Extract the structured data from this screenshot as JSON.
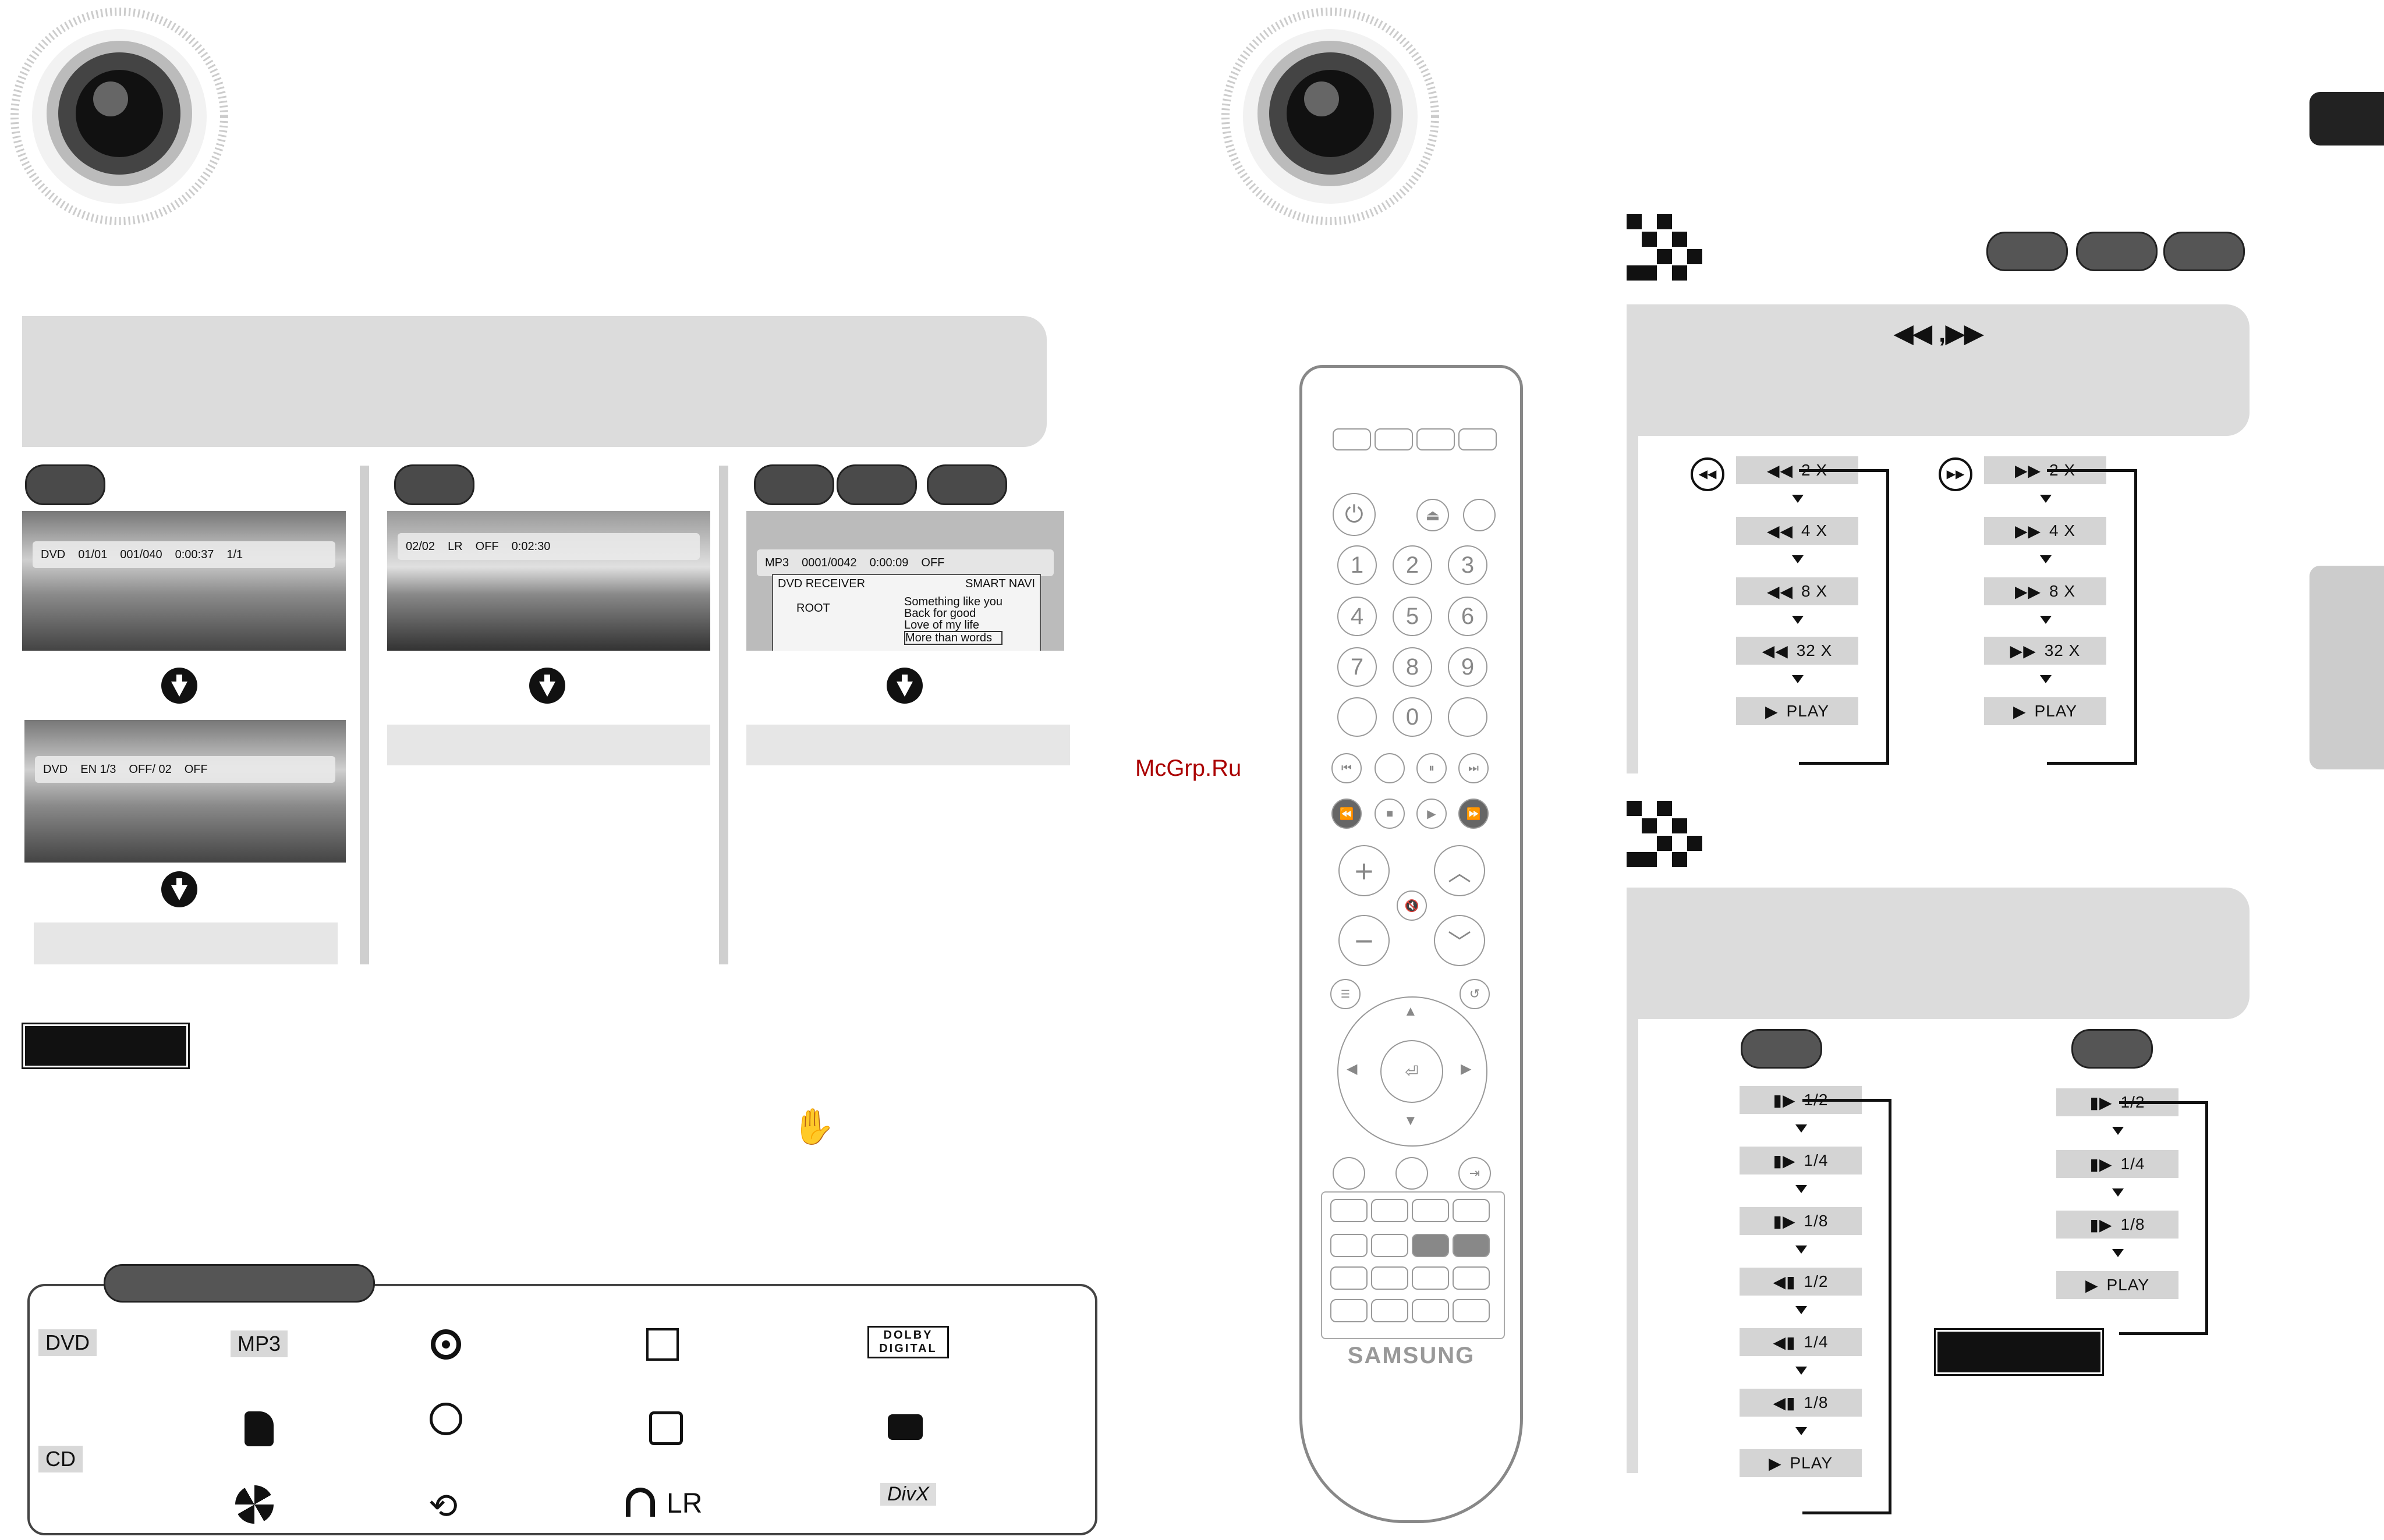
{
  "watermark": "McGrp.Ru",
  "left": {
    "screens": [
      {
        "osd": [
          "DVD",
          "01/01",
          "001/040",
          "0:00:37",
          "1/1"
        ]
      },
      {
        "osd": [
          "DVD",
          "EN 1/3",
          "OFF/ 02",
          "OFF"
        ]
      },
      {
        "osd": [
          "02/02",
          "LR",
          "OFF",
          "0:02:30"
        ]
      },
      {
        "osd": [
          "MP3",
          "0001/0042",
          "0:00:09",
          "OFF"
        ]
      }
    ],
    "mp3_browser": {
      "title": "DVD RECEIVER",
      "brand": "SMART NAVI",
      "root": "ROOT",
      "tracks": [
        "Something like you",
        "Back for good",
        "Love of my life",
        "More than words"
      ]
    },
    "legend": [
      {
        "label": "DVD"
      },
      {
        "label": "MP3"
      },
      {
        "label": "CD"
      },
      {
        "label": "LR"
      },
      {
        "label": "DOLBY DIGITAL"
      },
      {
        "label": "DivX"
      }
    ]
  },
  "remote": {
    "digits": [
      "1",
      "2",
      "3",
      "4",
      "5",
      "6",
      "7",
      "8",
      "9",
      "0"
    ],
    "brand": "SAMSUNG",
    "plus": "+",
    "minus": "−"
  },
  "right": {
    "header_symbol": "◀◀ ,▶▶",
    "rew": [
      "2 X",
      "4 X",
      "8 X",
      "32 X",
      "PLAY"
    ],
    "ff": [
      "2 X",
      "4 X",
      "8 X",
      "32 X",
      "PLAY"
    ],
    "slow_left": [
      "1/2",
      "1/4",
      "1/8",
      "1/2",
      "1/4",
      "1/8",
      "PLAY"
    ],
    "slow_right": [
      "1/2",
      "1/4",
      "1/8",
      "PLAY"
    ]
  }
}
